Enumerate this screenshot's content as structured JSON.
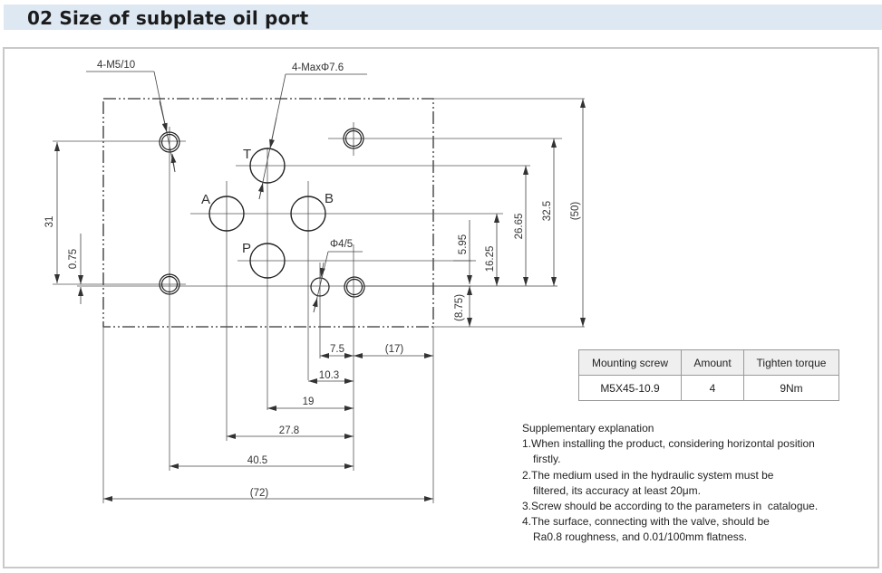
{
  "header": {
    "title": "02 Size of subplate oil port"
  },
  "drawing": {
    "callouts": {
      "bolt_holes": "4-M5/10",
      "ports": "4-MaxΦ7.6",
      "pin_hole": "Φ4/5"
    },
    "port_labels": {
      "T": "T",
      "A": "A",
      "B": "B",
      "P": "P"
    },
    "vertical_dims": {
      "d31": "31",
      "d075": "0.75",
      "d595": "5.95",
      "d1625": "16.25",
      "d2665": "26.65",
      "d325": "32.5",
      "d50": "(50)",
      "d875": "(8.75)"
    },
    "horizontal_dims": {
      "d75": "7.5",
      "d17": "(17)",
      "d103": "10.3",
      "d19": "19",
      "d278": "27.8",
      "d405": "40.5",
      "d72": "(72)"
    }
  },
  "screw_table": {
    "headers": [
      "Mounting screw",
      "Amount",
      "Tighten torque"
    ],
    "rows": [
      [
        "M5X45-10.9",
        "4",
        "9Nm"
      ]
    ]
  },
  "notes": {
    "title": "Supplementary explanation",
    "lines": [
      "1.When installing the product, considering horizontal position",
      "firstly.",
      "2.The medium used in the hydraulic system must be",
      "filtered, its accuracy at least 20μm.",
      "3.Screw should be according to the parameters in  catalogue.",
      "4.The surface, connecting with the valve, should be",
      "Ra0.8 roughness, and 0.01/100mm flatness."
    ]
  }
}
